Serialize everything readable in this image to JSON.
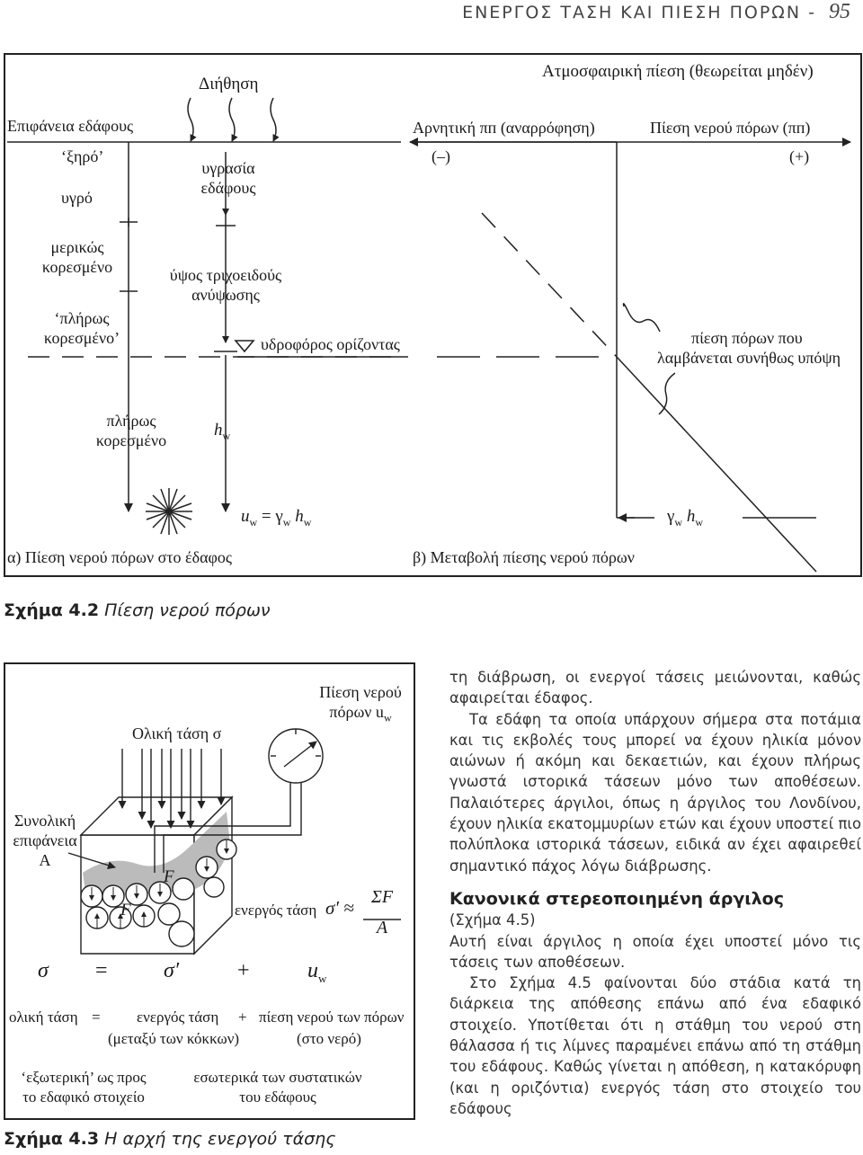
{
  "header": {
    "title": "ΕΝΕΡΓΟΣ ΤΑΣΗ ΚΑΙ ΠΙΕΣΗ ΠΟΡΩΝ",
    "sep": "-",
    "page": "95"
  },
  "fig42": {
    "a": {
      "infiltration": "Διήθηση",
      "ground_surface": "Επιφάνεια εδάφους",
      "dry": "‘ξηρό’",
      "wet": "υγρό",
      "soil_moisture_1": "υγρασία",
      "soil_moisture_2": "εδάφους",
      "partially_1": "μερικώς",
      "partially_2": "κορεσμένο",
      "capillary_1": "ύψος τριχοειδούς",
      "capillary_2": "ανύψωσης",
      "fully_q_1": "‘πλήρως",
      "fully_q_2": "κορεσμένο’",
      "water_table": "υδροφόρος ορίζοντας",
      "fully_1": "πλήρως",
      "fully_2": "κορεσμένο",
      "hw_h": "h",
      "hw_sub": "w",
      "uw_u": "u",
      "uw_sub": "w",
      "uw_eq": " = γ",
      "uw_g_sub": "w",
      "uw_h": " h",
      "uw_h_sub": "w",
      "caption": "α) Πίεση νερού πόρων στο έδαφος"
    },
    "b": {
      "atmospheric": "Ατμοσφαιρική πίεση (θεωρείται μηδέν)",
      "negative": "Αρνητική πп (αναρρόφηση)",
      "pore_pressure": "Πίεση νερού πόρων (πп)",
      "minus": "(–)",
      "plus": "(+)",
      "assumed_1": "πίεση πόρων που",
      "assumed_2": "λαμβάνεται συνήθως υπόψη",
      "gw": "γ",
      "gw_sub": "w",
      "gw_h": " h",
      "gw_h_sub": "w",
      "caption": "β) Μεταβολή πίεσης νερού πόρων"
    },
    "caption_label": "Σχήμα 4.2",
    "caption_text": "Πίεση νερού πόρων"
  },
  "fig43": {
    "pore_water_1": "Πίεση νερού",
    "pore_water_2": "πόρων u",
    "pore_water_sub": "w",
    "total_stress": "Ολική τάση σ",
    "total_surface_1": "Συνολική",
    "total_surface_2": "επιφάνεια",
    "total_surface_3": "A",
    "F": "F",
    "effective_label": "ενεργός τάση",
    "sigma_prime_approx": "σ′ ≈",
    "sumF": "ΣF",
    "A": "A",
    "eq_sigma": "σ",
    "eq_equals": "=",
    "eq_sigma_prime": "σ′",
    "eq_plus": "+",
    "eq_u": "u",
    "eq_u_sub": "w",
    "row_total": "ολική τάση",
    "row_eq": "=",
    "row_effective": "ενεργός τάση",
    "row_plus": "+",
    "row_pore": "πίεση νερού των πόρων",
    "row_between": "(μεταξύ των κόκκων)",
    "row_water": "(στο νερό)",
    "external_1": "‘εξωτερική’ ως προς",
    "external_2": "το εδαφικό στοιχείο",
    "internal_1": "εσωτερικά των συστατικών",
    "internal_2": "του εδάφους",
    "caption_label": "Σχήμα 4.3",
    "caption_text": "Η αρχή της ενεργού τάσης"
  },
  "text": {
    "p1": "τη διάβρωση, οι ενεργοί τάσεις μειώνονται, καθώς αφαιρείται έδαφος.",
    "p2": "Τα εδάφη τα οποία υπάρχουν σήμερα στα ποτάμια και τις εκβολές τους μπορεί να έχουν ηλικία μόνον αιώνων ή ακόμη και δεκαετιών, και έχουν πλήρως γνωστά ιστορικά τάσεων μόνο των αποθέσεων. Παλαιότερες άργιλοι, όπως η άργιλος του Λονδίνου, έχουν ηλικία εκατομμυρίων ετών και έχουν υποστεί πιο πολύπλοκα ιστορικά τάσεων, ειδικά αν έχει αφαιρεθεί σημαντικό πάχος λόγω διάβρωσης.",
    "heading": "Κανονικά στερεοποιημένη άργιλος",
    "subheading": "(Σχήμα 4.5)",
    "p3": "Αυτή είναι άργιλος η οποία έχει υποστεί μόνο τις τάσεις των αποθέσεων.",
    "p4": "Στο Σχήμα 4.5 φαίνονται δύο στάδια κατά τη διάρκεια της απόθεσης επάνω από ένα εδαφικό στοιχείο. Υποτίθεται ότι η στάθμη του νερού στη θάλασσα ή τις λίμνες παραμένει επάνω από τη στάθμη του εδάφους. Καθώς γίνεται η απόθεση, η κατακόρυφη (και η οριζόντια) ενεργός τάση στο στοιχείο του εδάφους"
  }
}
